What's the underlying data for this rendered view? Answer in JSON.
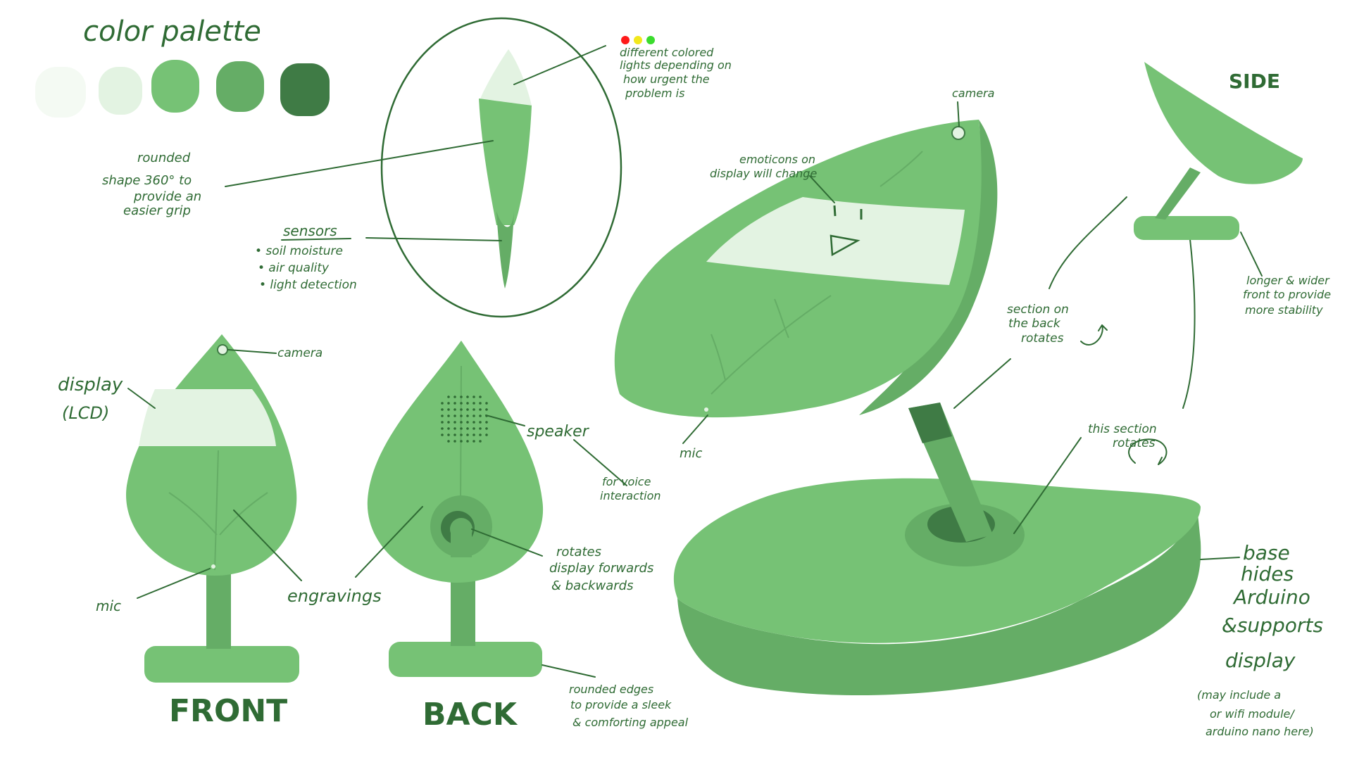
{
  "palette": {
    "title": "color palette",
    "swatches": [
      "#f4faf3",
      "#e3f3e2",
      "#76c275",
      "#65ad66",
      "#3f7b45"
    ]
  },
  "colors": {
    "leaf": "#76c275",
    "leaf_shade": "#65ad66",
    "leaf_dark": "#3f7b45",
    "display": "#e3f3e2",
    "ink": "#2f6b34",
    "light_red": "#ff1a1a",
    "light_yellow": "#f2e81c",
    "light_green": "#3bdc2e"
  },
  "notes": {
    "rounded_shape": [
      "rounded",
      "shape 360° to",
      "provide an",
      "easier grip"
    ],
    "lights": [
      "different colored",
      "lights depending on",
      "how urgent the",
      "problem is"
    ],
    "sensors_title": "sensors",
    "sensors_items": [
      "• soil moisture",
      "• air quality",
      "• light detection"
    ],
    "camera_iso": "camera",
    "emoticons": [
      "emoticons on",
      "display will change"
    ],
    "section_back": [
      "section on",
      "the back",
      "rotates"
    ],
    "side_title": "SIDE",
    "longer_front": [
      "longer & wider",
      "front to provide",
      "more stability"
    ],
    "camera_front": "camera",
    "display_label": [
      "display",
      "(LCD)"
    ],
    "mic_front": "mic",
    "engravings": "engravings",
    "front_title": "FRONT",
    "speaker": "speaker",
    "voice": [
      "for voice",
      "interaction"
    ],
    "rotates_display": [
      "rotates",
      "display forwards",
      "& backwards"
    ],
    "back_title": "BACK",
    "mic_iso": "mic",
    "this_section": [
      "this section",
      "rotates"
    ],
    "rounded_edges": [
      "rounded edges",
      "to provide a sleek",
      "& comforting appeal"
    ],
    "base_hides": [
      "base",
      "hides",
      "Arduino",
      "&supports",
      "display"
    ],
    "base_note": [
      "(may include a",
      "or wifi module/",
      "arduino nano here)"
    ]
  }
}
